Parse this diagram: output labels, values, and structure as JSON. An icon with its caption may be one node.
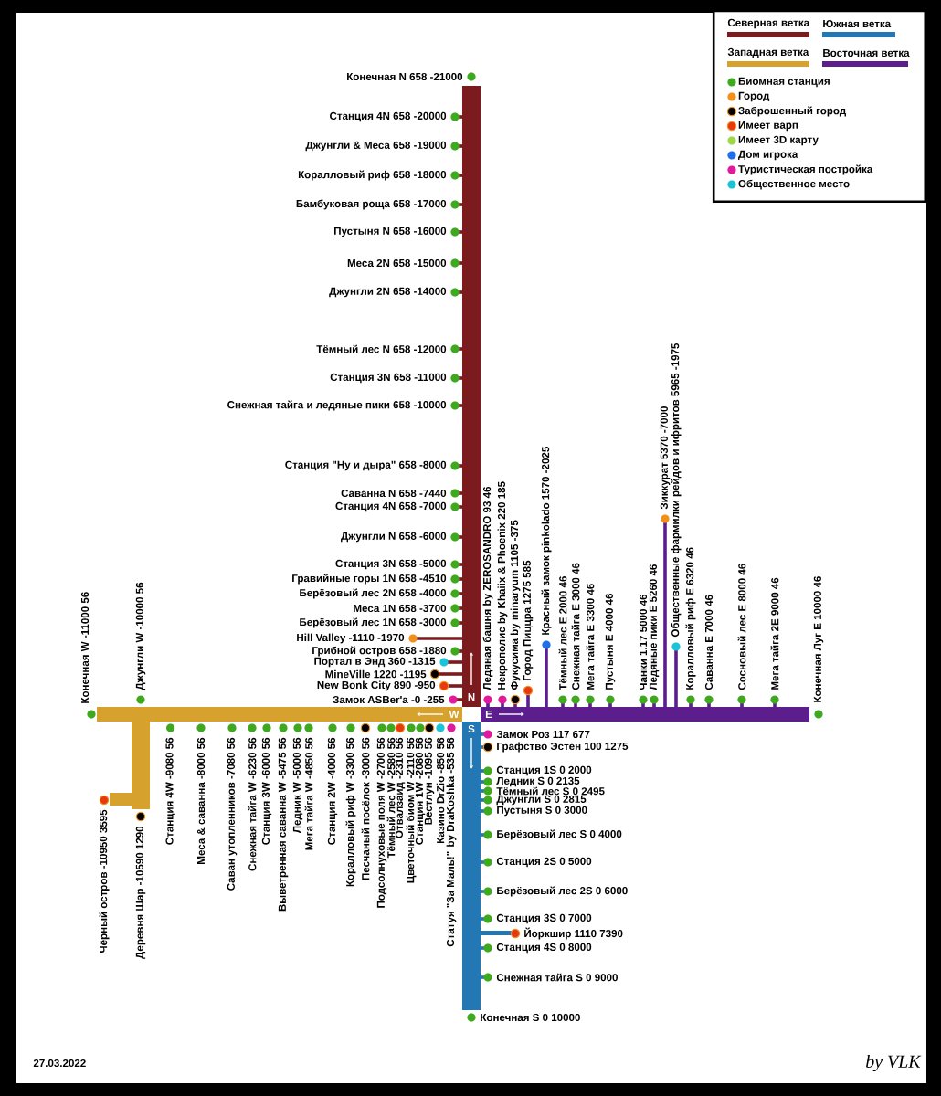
{
  "diagram": {
    "labels": [
      "Конечная N 658 -21000",
      "Станция 4N 658 -20000",
      "Джунгли & Меса 658 -19000",
      "Коралловый риф 658 -18000",
      "Бамбуковая роща 658 -17000",
      "Пустыня N 658 -16000",
      "Меса 2N 658 -15000",
      "Джунгли 2N 658 -14000",
      "Тёмный лес N 658 -12000",
      "Станция 3N 658 -11000",
      "Снежная тайга и ледяные пики 658 -10000",
      "Станция \"Ну и дыра\" 658 -8000",
      "Саванна N 658 -7440",
      "Станция 4N 658 -7000",
      "Джунгли N 658 -6000",
      "Станция 3N 658 -5000",
      "Гравийные горы 1N 658 -4510",
      "Берёзовый лес 2N 658 -4000",
      "Меса 1N 658 -3700",
      "Берёзовый лес 1N 658 -3000",
      "Hill Valley -1110 -1970",
      "Грибной остров 658 -1880",
      "Портал в Энд 360 -1315",
      "MineVille 1220 -1195",
      "New Bonk City 890 -950",
      "Замок ASBer'а -0 -255",
      "Конечная W -11000 56",
      "Джунгли W -10000 56",
      "Чёрный остров -10950 3595",
      "Деревня Шар -10590 1290",
      "Станция 4W -9080 56",
      "Меса & саванна -8000 56",
      "Саван утопленников -7080 56",
      "Снежная тайга W -6230 56",
      "Станция 3W -6000 56",
      "Выветренная саванна W -5475 56",
      "Ледник W -5000 56",
      "Мега тайга W -4850 56",
      "Станция 2W -4000 56",
      "Коралловый риф W -3300 56",
      "Песчаный посёлок -3000 56",
      "Подсолнуховые поля W -2700 56",
      "Тёмный лес W -2580 56",
      "Отвалзаид -2310 56",
      "Цветочный биом W -2110 56",
      "Станция 1W -2080 56",
      "Вестлун -1095 56",
      "Казино DrZio -850 56",
      "Статуя \"За Маль!\" by DraKoshka -535 56",
      "Ледяная башня by ZEROSANDRO 93 46",
      "Некрополис by Khaiix & Phoenix 220 185",
      "Фукусима by minaryum 1105 -375",
      "Город Пиццра 1275 585",
      "Красный замок pinkolado 1570 -2025",
      "Тёмный лес E 2000 46",
      "Снежная тайга E 3000 46",
      "Мега тайга E 3300 46",
      "Пустыня E 4000 46",
      "Чанки 1.17 5000 46",
      "Ледяные пики E 5260 46",
      "Зиккурат 5370 -7000",
      "Общественные фармилки рейдов и ифритов 5965 -1975",
      "Коралловый риф E 6320 46",
      "Саванна E 7000 46",
      "Сосновый лес E 8000 46",
      "Мега тайга 2E 9000 46",
      "Конечная Луг E 10000 46",
      "Замок Роз 117 677",
      "Графство Эстен 100 1275",
      "Станция 1S 0 2000",
      "Ледник S 0 2135",
      "Тёмный лес S 0 2495",
      "Джунгли S 0 2815",
      "Пустыня S 0 3000",
      "Берёзовый лес S 0 4000",
      "Станция 2S 0 5000",
      "Берёзовый лес 2S 0 6000",
      "Станция 3S 0 7000",
      "Йоркшир 1110 7390",
      "Станция 4S 0 8000",
      "Снежная тайга S 0 9000",
      "Конечная S 0 10000",
      "N",
      "W",
      "E",
      "S",
      "27.03.2022",
      "by VLK"
    ],
    "legend": [
      {
        "text": "Северная ветка",
        "color": "#7b1b1d"
      },
      {
        "text": "Южная ветка",
        "color": "#2377b3"
      },
      {
        "text": "Западная ветка",
        "color": "#d6a12d"
      },
      {
        "text": "Восточная ветка",
        "color": "#5b1e8c"
      },
      {
        "text": "Биомная станция",
        "color": "#3ea81e"
      },
      {
        "text": "Город",
        "color": "#f2901c"
      },
      {
        "text": "Заброшенный город",
        "color": "#000000"
      },
      {
        "text": "Имеет варп",
        "color": "#e8380f"
      },
      {
        "text": "Имеет 3D карту",
        "color": "#9ed84a"
      },
      {
        "text": "Дом игрока",
        "color": "#1f6fe6"
      },
      {
        "text": "Туристическая постройка",
        "color": "#e01a9a"
      },
      {
        "text": "Общественное место",
        "color": "#1bc3d9"
      }
    ]
  }
}
